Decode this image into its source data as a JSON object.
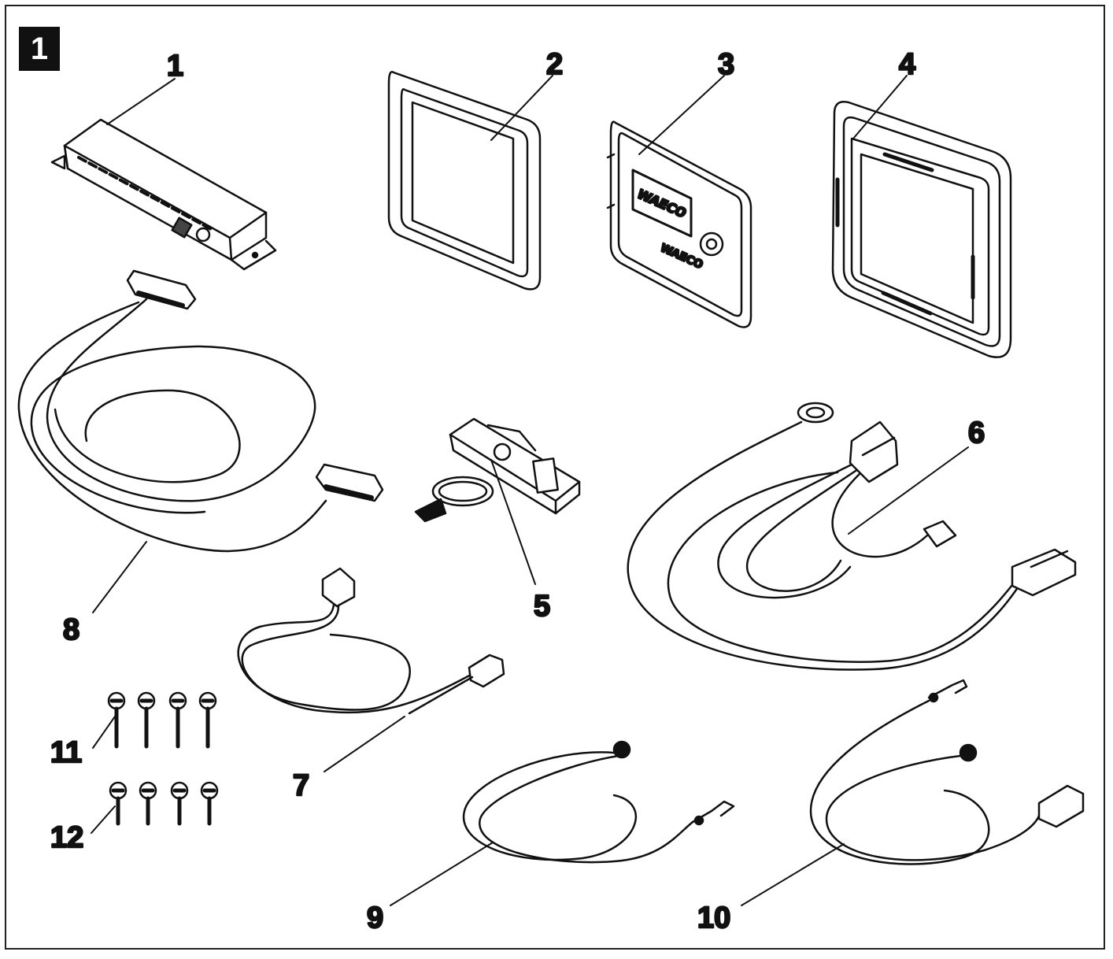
{
  "figure": {
    "number": "1",
    "callouts": {
      "p1": "1",
      "p2": "2",
      "p3": "3",
      "p4": "4",
      "p5": "5",
      "p6": "6",
      "p7": "7",
      "p8": "8",
      "p9": "9",
      "p10": "10",
      "p11": "11",
      "p12": "12"
    },
    "logo_text": "WAECO"
  }
}
